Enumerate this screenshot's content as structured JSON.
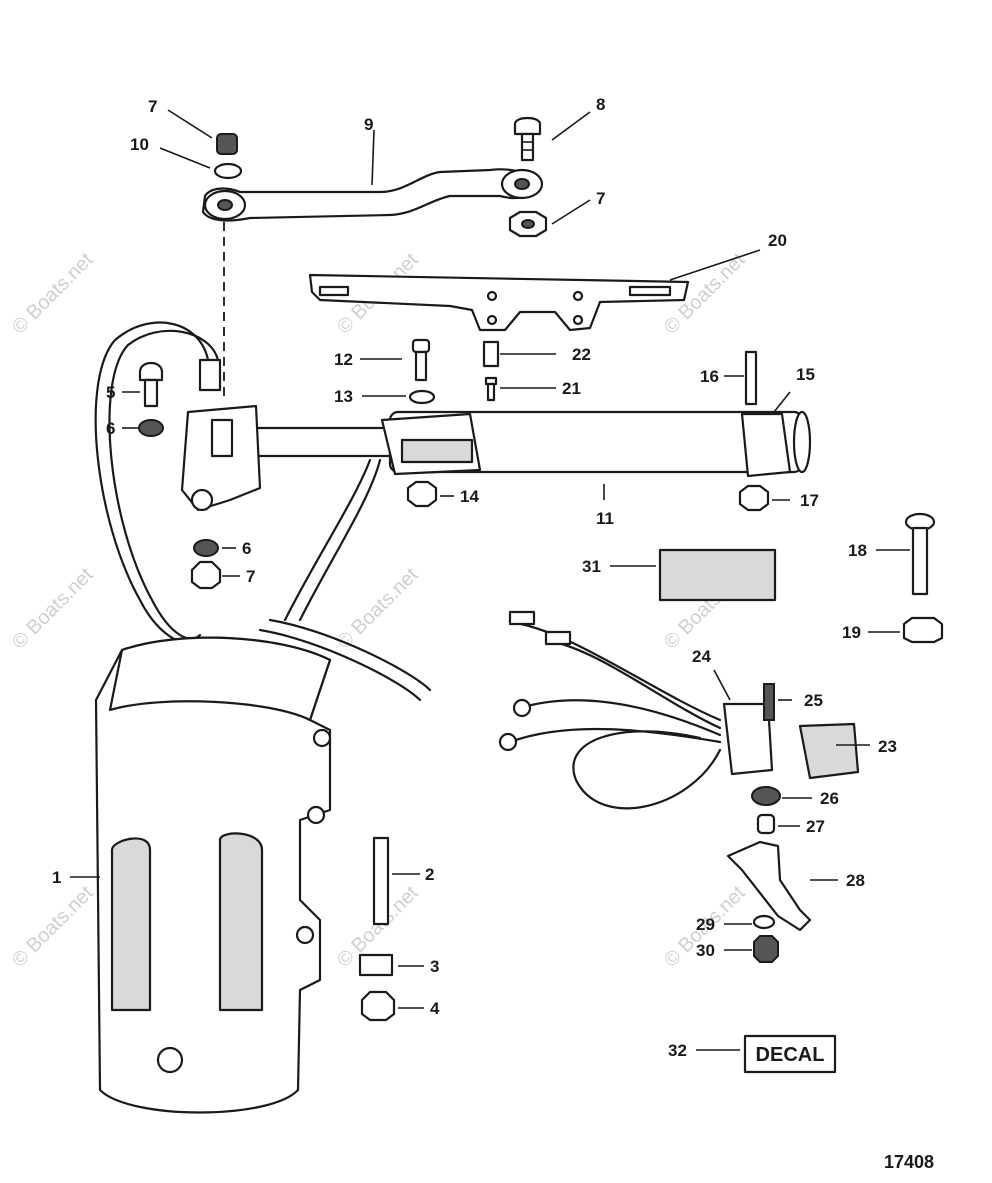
{
  "watermark": "© Boats.net",
  "reference_number": "17408",
  "decal_label": "DECAL",
  "callouts": [
    "1",
    "2",
    "3",
    "4",
    "5",
    "6",
    "6",
    "7",
    "7",
    "7",
    "8",
    "9",
    "10",
    "11",
    "12",
    "13",
    "14",
    "15",
    "16",
    "17",
    "18",
    "19",
    "20",
    "21",
    "22",
    "23",
    "24",
    "25",
    "26",
    "27",
    "28",
    "29",
    "30",
    "31",
    "32"
  ]
}
